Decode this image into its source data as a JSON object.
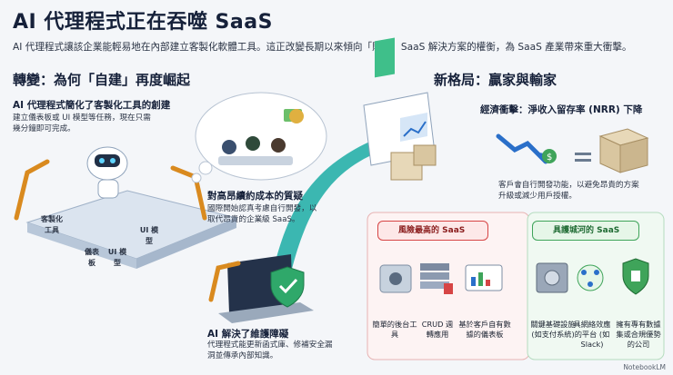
{
  "header": {
    "title": "AI 代理程式正在吞噬 SaaS",
    "subtitle": "AI 代理程式讓該企業能輕易地在內部建立客製化軟體工具。這正改變長期以來傾向「購買」SaaS 解決方案的權衡，為 SaaS 產業帶來重大衝擊。"
  },
  "left": {
    "heading": "轉變：為何「自建」再度崛起",
    "simplify_title": "AI 代理程式簡化了客製化工具的創建",
    "simplify_desc": "建立儀表板或 UI 模型等任務，現在只需幾分鐘即可完成。",
    "cost_title": "對高昂續約成本的質疑",
    "cost_desc": "國際開始認真考慮自行開發，以取代昂貴的企業級 SaaS。",
    "maint_title": "AI 解決了維護障礙",
    "maint_desc": "代理程式能更新函式庫、修補安全漏洞並傳承內部知識。",
    "cubes": [
      "客製化工具",
      "UI 模型",
      "儀表板",
      "UI 模型"
    ]
  },
  "right": {
    "heading": "新格局：贏家與輸家",
    "nrr_title": "經濟衝擊：淨收入留存率 (NRR) 下降",
    "nrr_desc": "客戶會自行開發功能，以避免昂貴的方案升級或減少用戶授權。",
    "risk_label": "風險最高的 SaaS",
    "moat_label": "具護城河的 SaaS",
    "risk_items": [
      "簡單的後台工具",
      "CRUD 週轉應用",
      "基於客戶自有數據的儀表板"
    ],
    "moat_items": [
      "關鍵基礎設施 (如支付系統)",
      "具網絡效應的平台 (如 Slack)",
      "擁有專有數據集或合規優勢的公司"
    ]
  },
  "brand": "NotebookLM",
  "colors": {
    "red": "#d64545",
    "green": "#3fa45a",
    "arrow": "#27b0a8"
  }
}
